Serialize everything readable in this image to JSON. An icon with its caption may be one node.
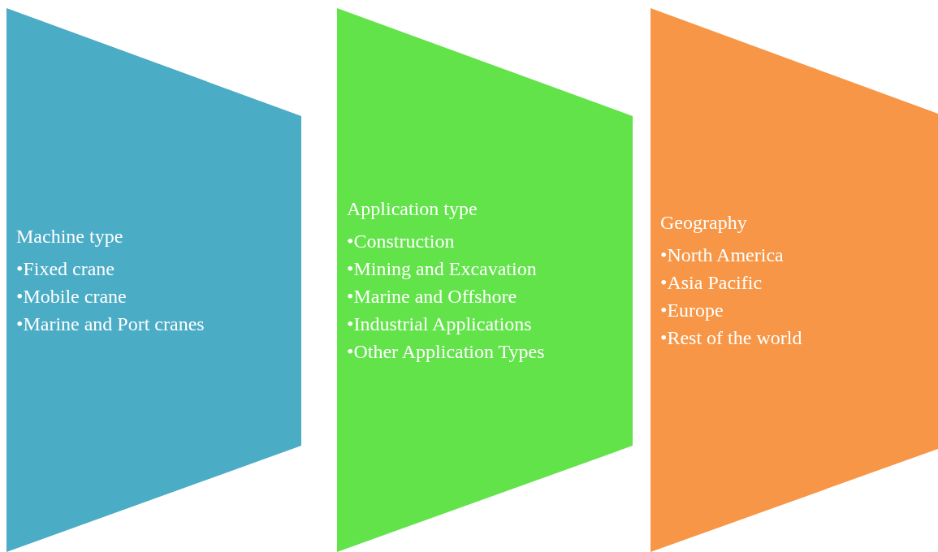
{
  "diagram": {
    "nodes": [
      {
        "text": [
          "Machine type",
          "•Fixed crane",
          "•Mobile crane",
          "•Marine and Port cranes"
        ]
      },
      {
        "text": [
          "Application type",
          "•Construction",
          "•Mining and Excavation",
          "•Marine and Offshore",
          "•Industrial Applications",
          "•Other Application Types"
        ]
      },
      {
        "text": [
          "Geography",
          "•North America",
          "•Asia Pacific",
          "•Europe",
          "•Rest of the world"
        ]
      }
    ]
  }
}
